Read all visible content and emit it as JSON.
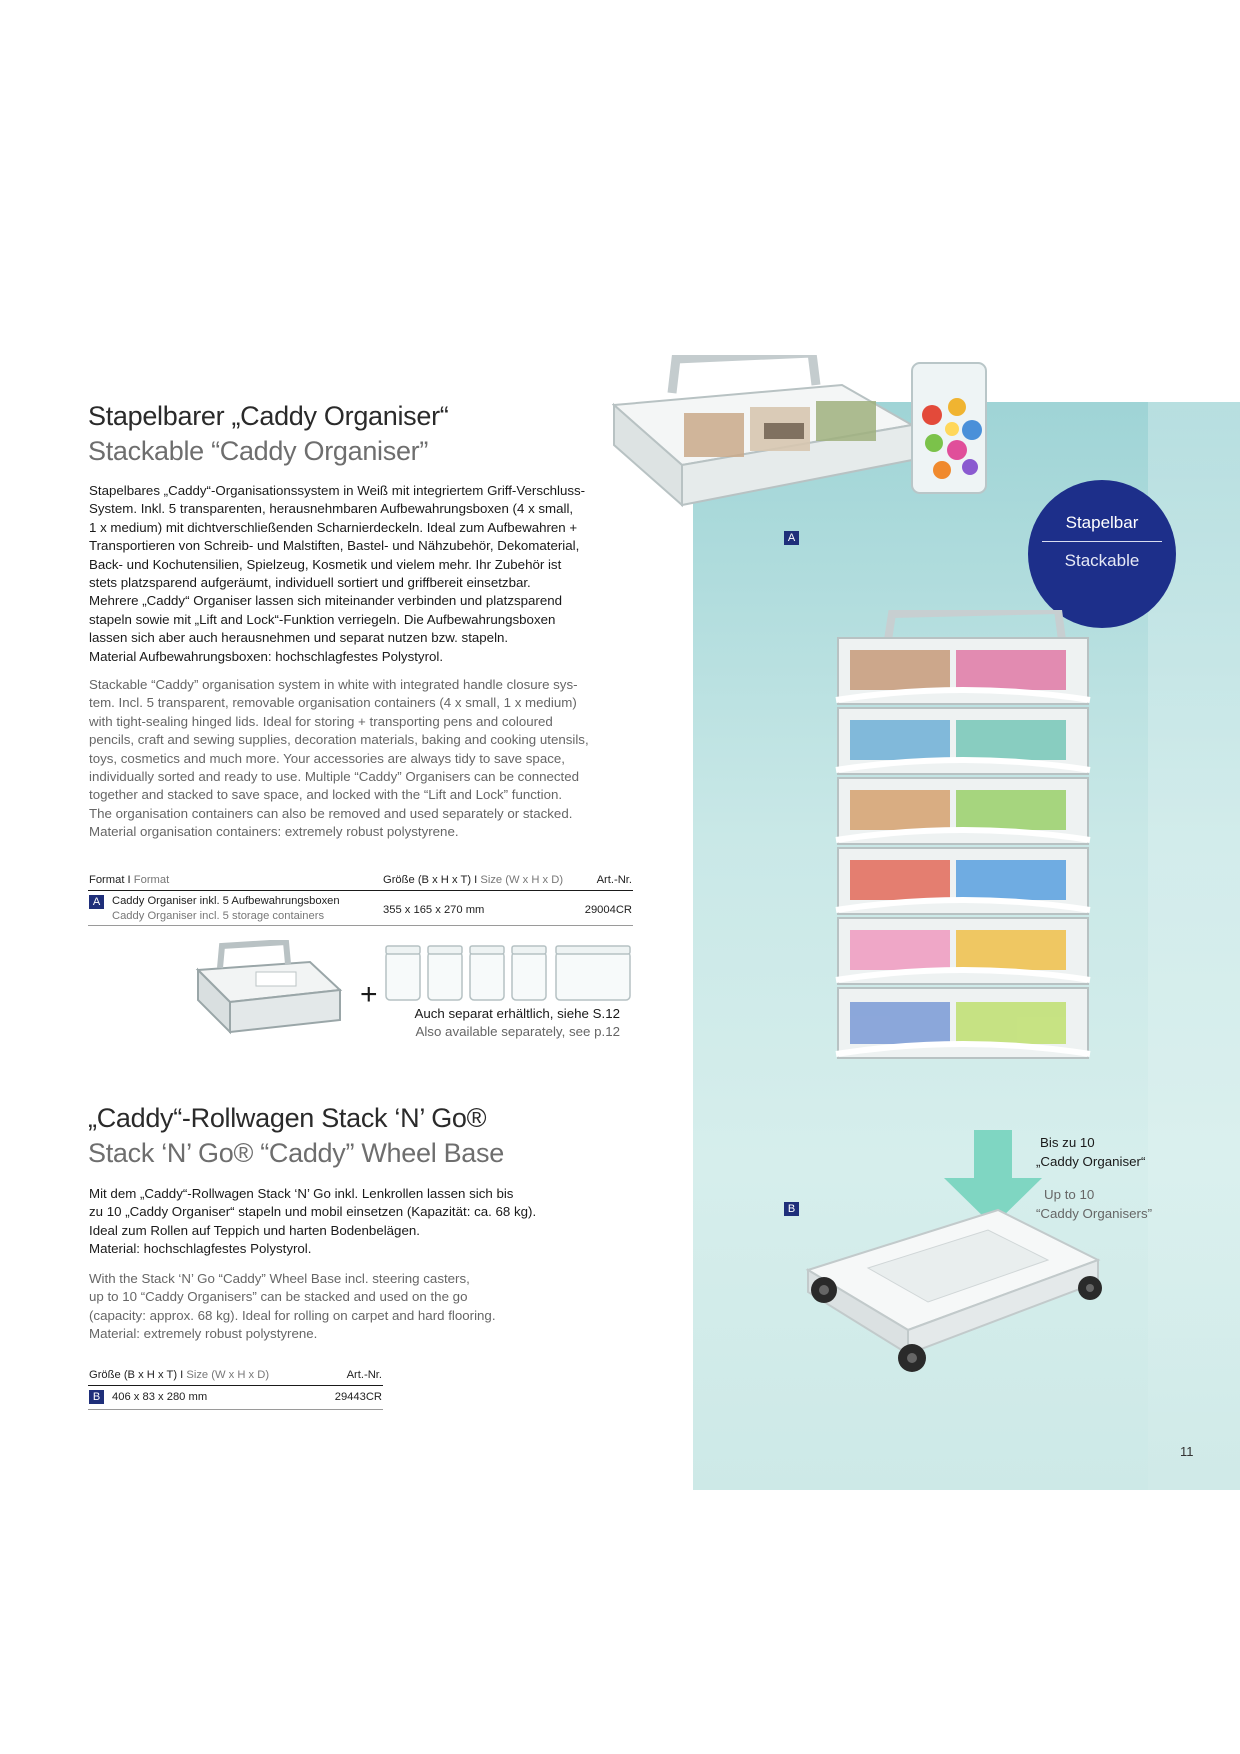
{
  "section_a": {
    "title_de": "Stapelbarer „Caddy Organiser“",
    "title_en": "Stackable “Caddy Organiser”",
    "body_de": [
      "Stapelbares „Caddy“-Organisationssystem in Weiß mit integriertem Griff-Verschluss-",
      "System. Inkl. 5 transparenten, herausnehmbaren Aufbewahrungsboxen (4 x small,",
      "1 x medium) mit dichtverschließenden Scharnierdeckeln. Ideal zum Aufbewahren +",
      "Transportieren von Schreib- und Malstiften, Bastel- und Nähzubehör, Dekomaterial,",
      "Back- und Kochutensilien, Spielzeug, Kosmetik und vielem mehr. Ihr Zubehör ist",
      "stets platzsparend aufgeräumt, individuell sortiert und griffbereit einsetzbar.",
      "Mehrere „Caddy“ Organiser lassen sich miteinander verbinden und platzsparend",
      "stapeln sowie mit „Lift and Lock“-Funktion verriegeln. Die Aufbewahrungsboxen",
      "lassen sich aber auch herausnehmen und separat nutzen bzw. stapeln.",
      "Material Aufbewahrungsboxen: hochschlagfestes Polystyrol."
    ],
    "body_en": [
      "Stackable “Caddy” organisation system in white with integrated handle closure sys-",
      "tem. Incl. 5 transparent, removable organisation containers (4 x small, 1 x medium)",
      "with tight-sealing hinged lids. Ideal for storing + transporting pens and coloured",
      "pencils, craft and sewing supplies, decoration materials, baking and cooking utensils,",
      "toys, cosmetics and much more. Your accessories are always tidy to save space,",
      "individually sorted and ready to use. Multiple “Caddy” Organisers can be connected",
      "together and stacked to save space, and locked with the “Lift and Lock” function.",
      "The organisation containers can also be removed and used separately or stacked.",
      "Material organisation containers: extremely robust polystyrene."
    ],
    "table": {
      "col_format_de": "Format",
      "col_format_en": "Format",
      "col_size_de": "Größe (B x H x T)",
      "col_size_en": "Size (W x H x D)",
      "col_art": "Art.-Nr.",
      "row": {
        "badge": "A",
        "name_de": "Caddy Organiser inkl. 5 Aufbewahrungsboxen",
        "name_en": "Caddy Organiser incl. 5 storage containers",
        "size": "355 x 165 x 270 mm",
        "art": "29004CR"
      }
    },
    "plus": "+",
    "separately_de": "Auch separat erhältlich, siehe S.12",
    "separately_en": "Also available separately, see p.12"
  },
  "section_b": {
    "title_de": "„Caddy“-Rollwagen Stack ‘N’ Go®",
    "title_en": "Stack ‘N’ Go® “Caddy” Wheel Base",
    "body_de": [
      "Mit dem „Caddy“-Rollwagen Stack ‘N’ Go inkl. Lenkrollen lassen sich bis",
      "zu 10 „Caddy Organiser“ stapeln und mobil einsetzen (Kapazität: ca. 68 kg).",
      "Ideal zum Rollen auf Teppich und harten Bodenbelägen.",
      "Material: hochschlagfestes Polystyrol."
    ],
    "body_en": [
      "With the Stack ‘N’ Go “Caddy” Wheel Base incl. steering casters,",
      "up to 10 “Caddy Organisers” can be stacked and used on the go",
      "(capacity: approx. 68 kg). Ideal for rolling on carpet and hard flooring.",
      "Material: extremely robust polystyrene."
    ],
    "table": {
      "col_size_de": "Größe (B x H x T)",
      "col_size_en": "Size (W x H x D)",
      "col_art": "Art.-Nr.",
      "row": {
        "badge": "B",
        "size": "406 x 83 x 280 mm",
        "art": "29443CR"
      }
    }
  },
  "stack_badge": {
    "de": "Stapelbar",
    "en": "Stackable"
  },
  "image_labels": {
    "a": "A",
    "b": "B"
  },
  "capacity_note": {
    "de1": "Bis zu 10",
    "de2": "„Caddy Organiser“",
    "en1": "Up to 10",
    "en2": "“Caddy Organisers”"
  },
  "page_number": "11",
  "colors": {
    "navy": "#1d2f8a",
    "mint": "#c9e8e7",
    "arrow": "#7fd6c2"
  }
}
